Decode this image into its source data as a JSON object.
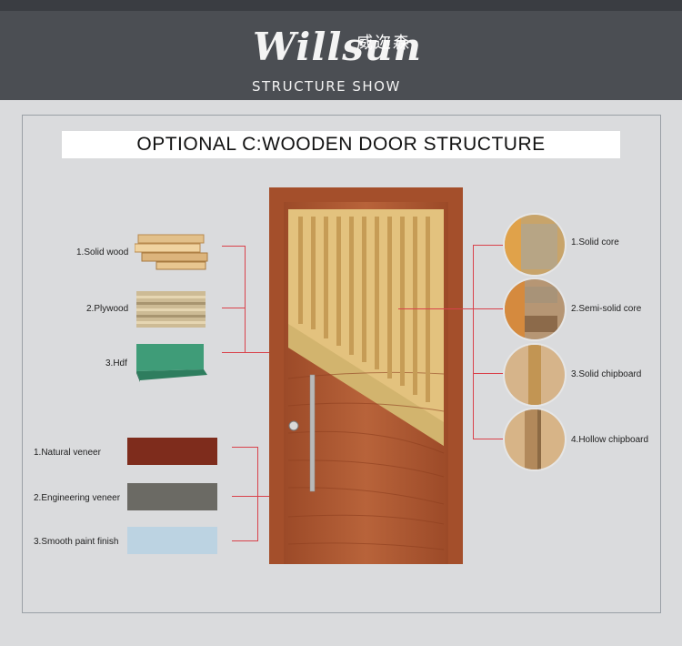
{
  "header": {
    "logo_text": "Willsun",
    "logo_cn": "威迩森",
    "subtitle": "STRUCTURE SHOW"
  },
  "title": "OPTIONAL C:WOODEN DOOR STRUCTURE",
  "left_materials": [
    {
      "label": "1.Solid wood"
    },
    {
      "label": "2.Plywood"
    },
    {
      "label": "3.Hdf"
    }
  ],
  "finishes": [
    {
      "label": "1.Natural veneer",
      "color": "#7e2c1c"
    },
    {
      "label": "2.Engineering veneer",
      "color": "#6b6a64"
    },
    {
      "label": "3.Smooth paint finish",
      "color": "#bcd3e2"
    }
  ],
  "cores": [
    {
      "label": "1.Solid core"
    },
    {
      "label": "2.Semi-solid core"
    },
    {
      "label": "3.Solid chipboard"
    },
    {
      "label": "4.Hollow chipboard"
    }
  ],
  "colors": {
    "header_bg": "#4b4e53",
    "page_bg": "#dadbdd",
    "door_wood": "#b55f35",
    "core_panel": "#e3c27e",
    "leader_line": "#d9424b"
  }
}
